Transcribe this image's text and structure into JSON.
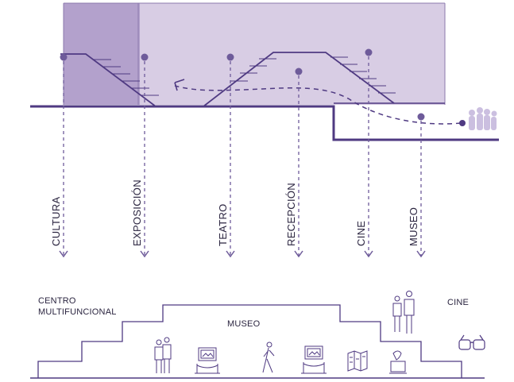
{
  "colors": {
    "light_purple": "#d8cde4",
    "dark_purple": "#b3a1cc",
    "line": "#4f3a82",
    "dot": "#6e5b9a",
    "text": "#2b2540",
    "figure": "#cbbfe0"
  },
  "section_labels": [
    "CULTURA",
    "EXPOSICIÓN",
    "TEATRO",
    "RECEPCIÓN",
    "CINE",
    "MUSEO"
  ],
  "bottom": {
    "centro_line1": "CENTRO",
    "centro_line2": "MULTIFUNCIONAL",
    "museo": "MUSEO",
    "cine": "CINE"
  },
  "icons": [
    "people-icon",
    "painting-icon",
    "walking-person-icon",
    "painting-icon",
    "map-panel-icon",
    "sculpture-icon",
    "standing-people-icon",
    "3d-glasses-icon",
    "visitors-group-icon",
    "arrow-icon"
  ]
}
